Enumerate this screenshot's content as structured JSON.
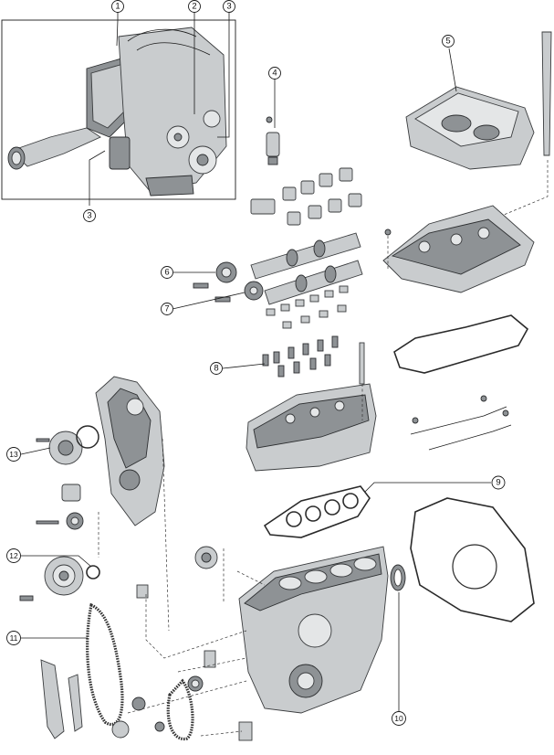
{
  "callouts": [
    {
      "id": "c1",
      "label": "1"
    },
    {
      "id": "c2",
      "label": "2"
    },
    {
      "id": "c3a",
      "label": "3"
    },
    {
      "id": "c3b",
      "label": "3"
    },
    {
      "id": "c4",
      "label": "4"
    },
    {
      "id": "c5",
      "label": "5"
    },
    {
      "id": "c6",
      "label": "6"
    },
    {
      "id": "c7",
      "label": "7"
    },
    {
      "id": "c8",
      "label": "8"
    },
    {
      "id": "c9",
      "label": "9"
    },
    {
      "id": "c10",
      "label": "10"
    },
    {
      "id": "c11",
      "label": "11"
    },
    {
      "id": "c12",
      "label": "12"
    },
    {
      "id": "c13",
      "label": "13"
    }
  ]
}
